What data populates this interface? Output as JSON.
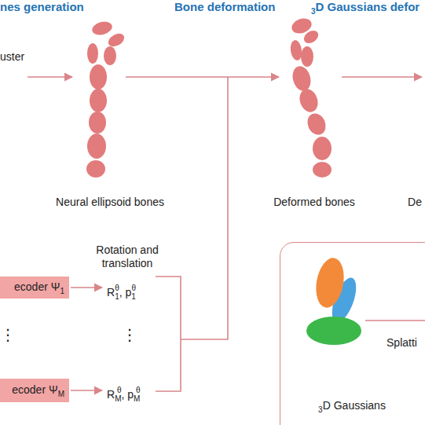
{
  "diagram": {
    "nodes": [
      {
        "text": [
          "ecoder Ψ1"
        ]
      },
      {
        "text": [
          "ecoder ΨM"
        ]
      },
      {
        "text": [
          "3D Gaussians"
        ]
      }
    ],
    "labels": [
      "nes generation",
      "Bone deformation",
      "3D Gaussians defor",
      "uster",
      "Neural ellipsoid bones",
      "Deformed bones",
      "De",
      "Rotation and translation",
      "R1θ, p1θ",
      "⋮",
      "⋮",
      "RMθ, pMθ",
      "Splatti"
    ]
  }
}
